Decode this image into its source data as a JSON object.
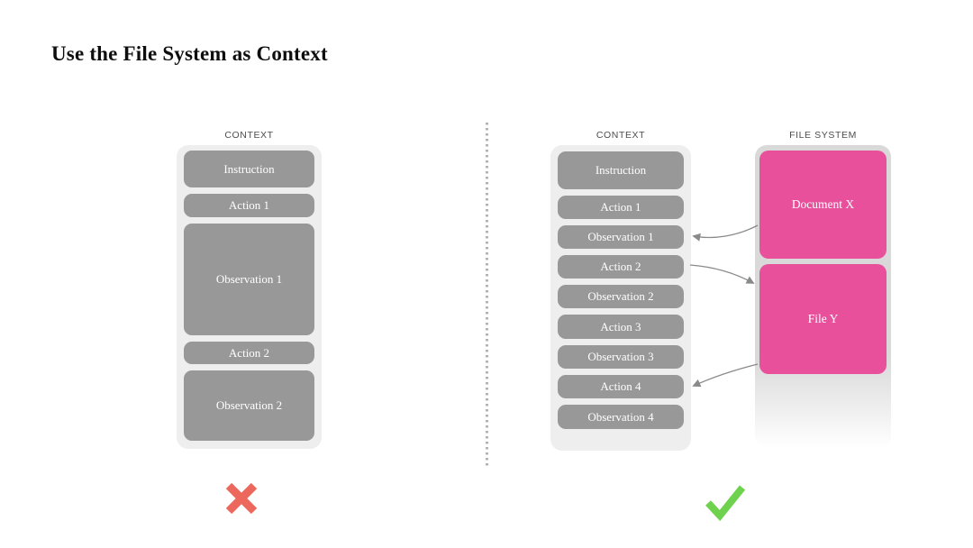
{
  "page_title": "Use the File System as Context",
  "left_diagram": {
    "column_label": "CONTEXT",
    "boxes": [
      {
        "label": "Instruction"
      },
      {
        "label": "Action 1"
      },
      {
        "label": "Observation 1"
      },
      {
        "label": "Action 2"
      },
      {
        "label": "Observation 2"
      }
    ],
    "verdict_icon": "cross-icon"
  },
  "right_diagram": {
    "context_column": {
      "label": "CONTEXT",
      "boxes": [
        {
          "label": "Instruction"
        },
        {
          "label": "Action 1"
        },
        {
          "label": "Observation 1"
        },
        {
          "label": "Action 2"
        },
        {
          "label": "Observation 2"
        },
        {
          "label": "Action 3"
        },
        {
          "label": "Observation 3"
        },
        {
          "label": "Action 4"
        },
        {
          "label": "Observation 4"
        }
      ]
    },
    "file_system_column": {
      "label": "FILE SYSTEM",
      "boxes": [
        {
          "label": "Document X"
        },
        {
          "label": "File Y"
        }
      ]
    },
    "connections": [
      {
        "from": "Document X",
        "to": "Observation 1"
      },
      {
        "from": "Action 2",
        "to": "File Y"
      },
      {
        "from": "File Y",
        "to": "Action 4"
      }
    ],
    "verdict_icon": "check-icon"
  },
  "colors": {
    "box_gray": "#989898",
    "container_gray": "#eeeeee",
    "file_system_backdrop": "#d9d9d9",
    "accent_pink": "#e8509c",
    "cross_red": "#ed685c",
    "check_green": "#6fd24e",
    "arrow_gray": "#8a8a8a"
  }
}
